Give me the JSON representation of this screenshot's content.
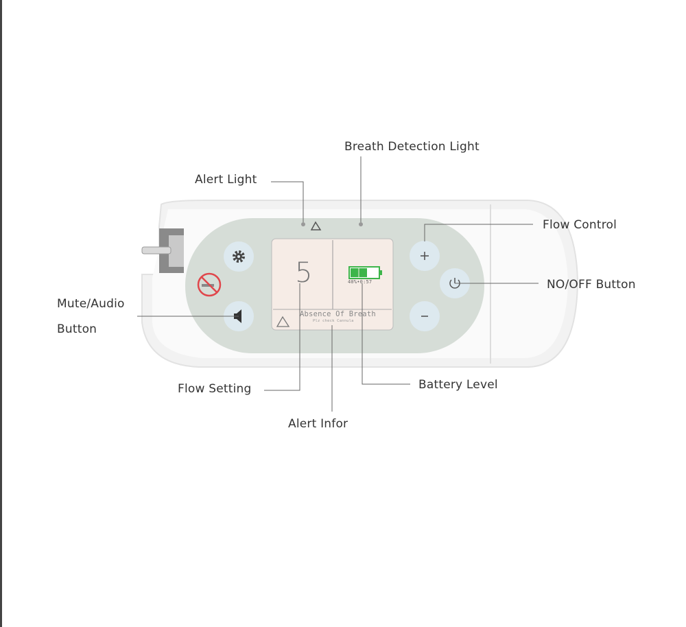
{
  "labels": {
    "breath_detection_light": "Breath Detection Light",
    "alert_light": "Alert Light",
    "flow_control": "Flow Control",
    "on_off_button": "NO/OFF Button",
    "mute_audio_line1": "Mute/Audio",
    "mute_audio_line2": "Button",
    "flow_setting": "Flow Setting",
    "battery_level": "Battery Level",
    "alert_infor": "Alert Infor"
  },
  "screen": {
    "flow_value": "5",
    "battery_text": "40%•0:57",
    "battery_fraction": 0.6,
    "alert_title": "Absence Of Breath",
    "alert_sub": "Plz check Cannula"
  },
  "colors": {
    "panel": "#d6ddd7",
    "screen": "#f6ece6",
    "button": "#dde9ef",
    "battery": "#3db54a",
    "no_smoking": "#e0464b"
  }
}
